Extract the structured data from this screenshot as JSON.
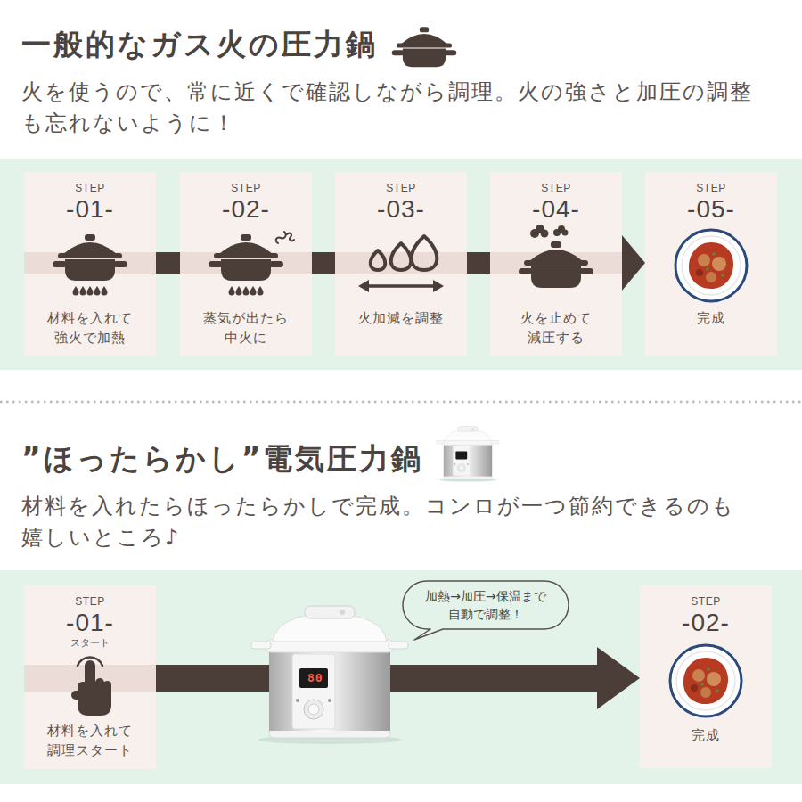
{
  "diagram": {
    "nodes": [
      {
        "text": [
          "STEP",
          "-01-",
          "材料を入れて 強火で加熱"
        ]
      },
      {
        "text": [
          "STEP",
          "-02-",
          "蒸気が出たら 中火に"
        ]
      },
      {
        "text": [
          "STEP",
          "-03-",
          "火加減を調整"
        ]
      },
      {
        "text": [
          "STEP",
          "-04-",
          "火を止めて 減圧する"
        ]
      },
      {
        "text": [
          "STEP",
          "-05-",
          "完成"
        ]
      },
      {
        "text": [
          "STEP",
          "-01-",
          "スタート",
          "材料を入れて 調理スタート"
        ]
      },
      {
        "text": [
          "加熱→加圧→保温まで 自動で調整！"
        ]
      },
      {
        "text": [
          "STEP",
          "-02-",
          "完成"
        ]
      }
    ],
    "edges": [
      {
        "from": 0,
        "to": 1,
        "arrow": "none"
      },
      {
        "from": 1,
        "to": 2,
        "arrow": "none"
      },
      {
        "from": 2,
        "to": 3,
        "arrow": "none"
      },
      {
        "from": 3,
        "to": 4,
        "arrow": "to"
      },
      {
        "from": 5,
        "to": 7,
        "arrow": "to"
      }
    ],
    "labels": [
      "一般的なガス火の圧力鍋",
      "火を使うので、常に近くで確認しながら調理。火の強さと加圧の調整 も忘れないように！",
      "”ほったらかし”電気圧力鍋",
      "材料を入れたらほったらかしで完成。コンロが一つ節約できるのも 嬉しいところ♪",
      "80"
    ]
  }
}
